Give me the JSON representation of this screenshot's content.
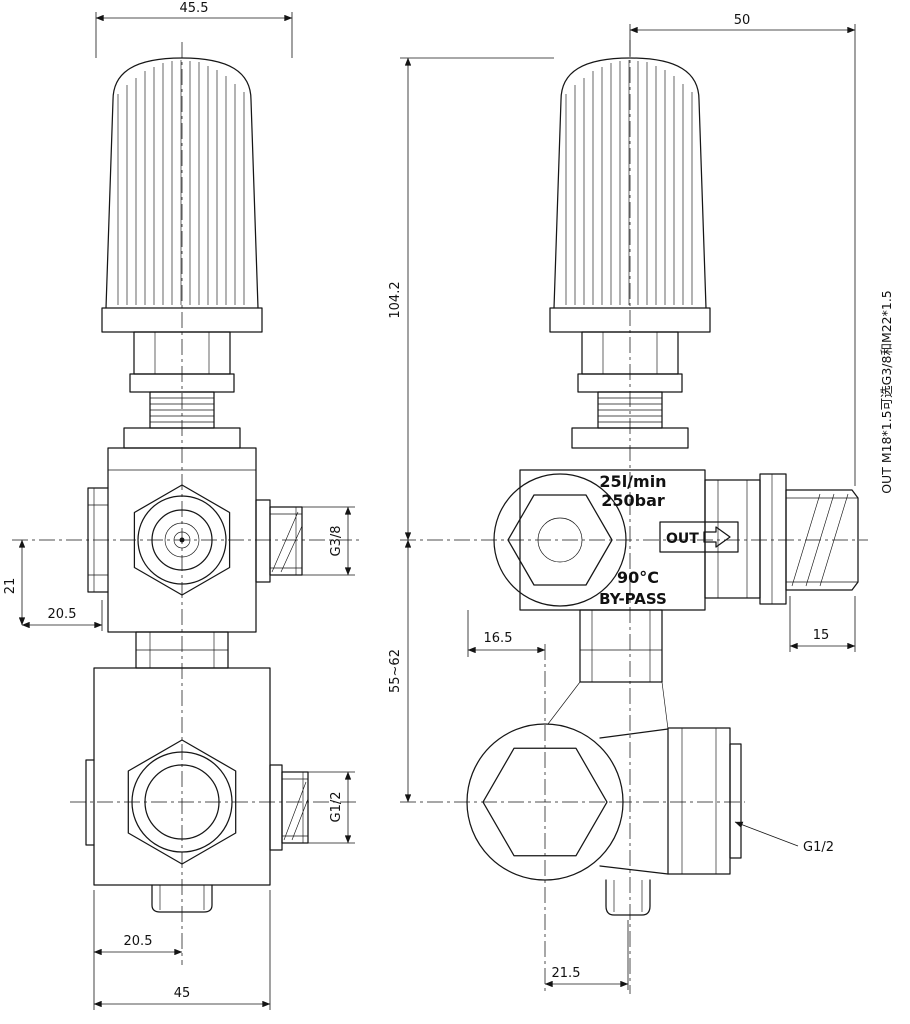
{
  "dimensions": {
    "knob_width": "45.5",
    "top_span": "50",
    "upper_height": "104.2",
    "center_to_base": "21",
    "port_offset_upper": "20.5",
    "outlet_thread_front": "G3/8",
    "lower_axis_offset_side": "16.5",
    "adjustment_range": "55~62",
    "thread_length": "15",
    "outlet_note": "OUT M18*1.5可选G3/8和M22*1.5",
    "port_offset_lower": "20.5",
    "body_width": "45",
    "lower_axis_offset": "21.5",
    "inlet_thread_front": "G1/2",
    "inlet_thread_side": "G1/2"
  },
  "markings": {
    "out_label": "OUT",
    "flow_rate": "25l/min",
    "pressure": "250bar",
    "temperature": "90°C",
    "bypass": "BY-PASS"
  }
}
